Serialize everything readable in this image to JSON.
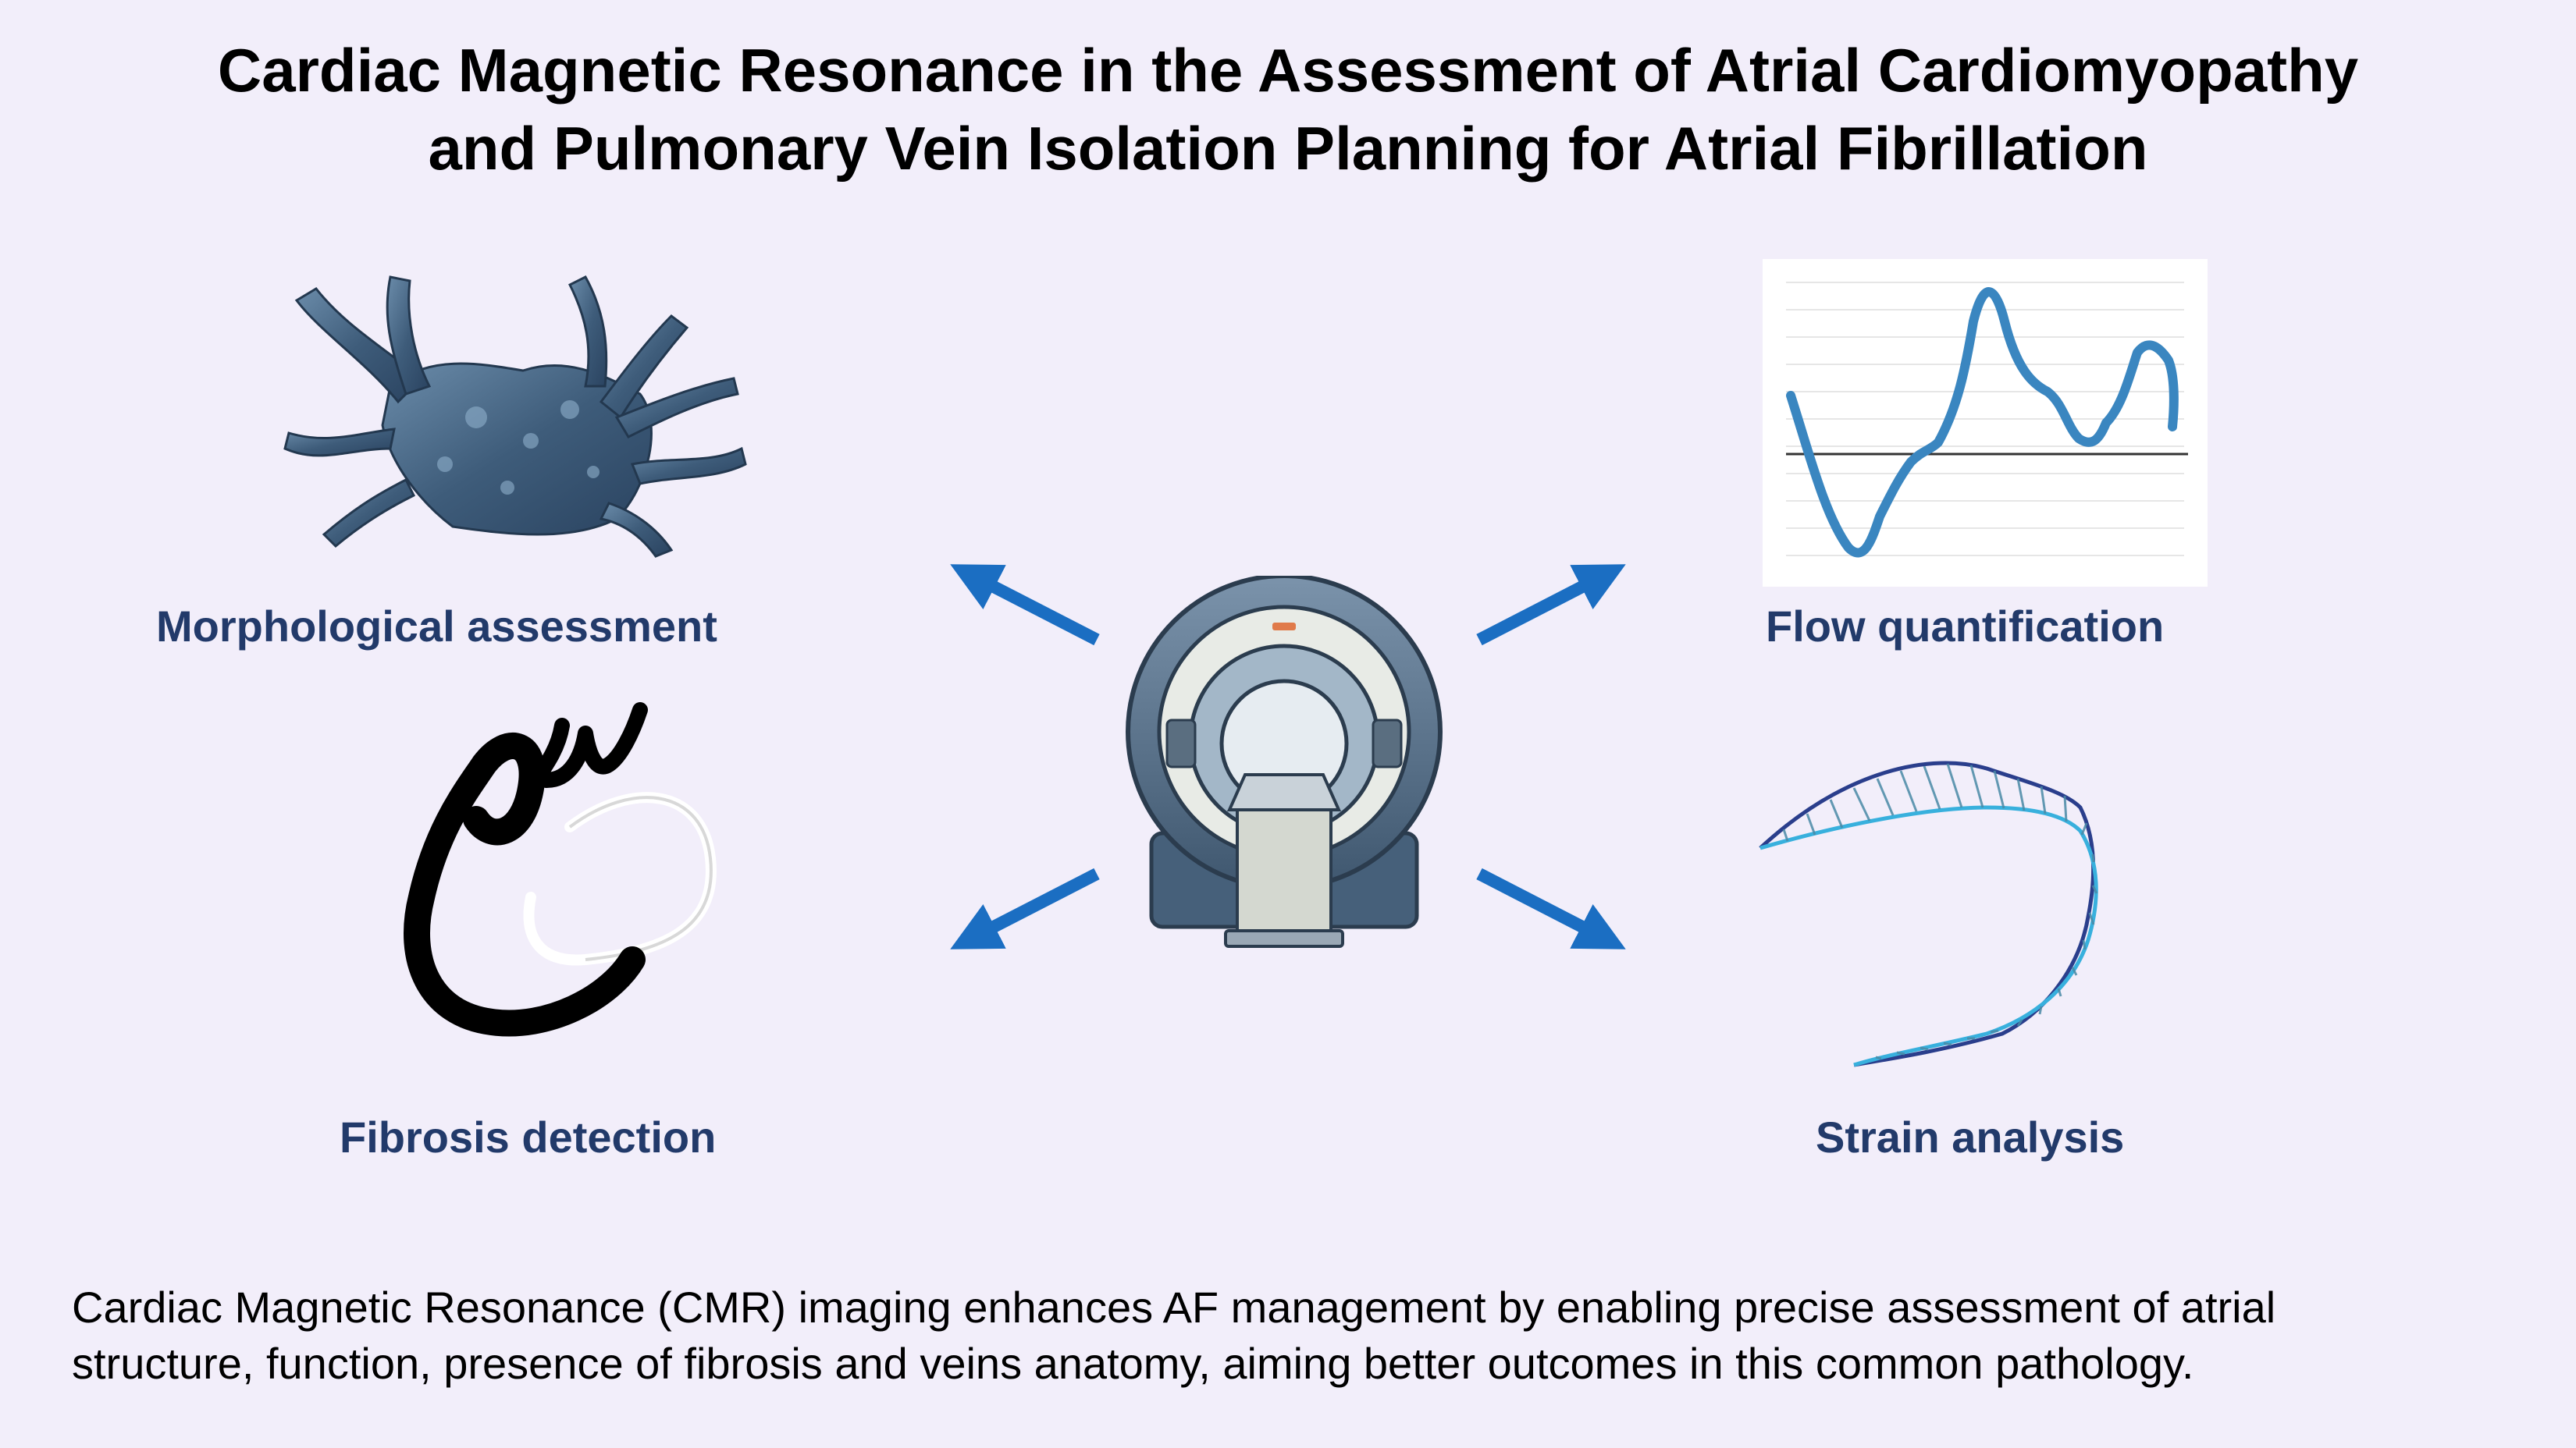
{
  "title": {
    "line1": "Cardiac Magnetic Resonance in the Assessment of Atrial Cardiomyopathy",
    "line2": "and Pulmonary Vein Isolation Planning for Atrial Fibrillation"
  },
  "panels": {
    "morphological": "Morphological assessment",
    "flow": "Flow quantification",
    "fibrosis": "Fibrosis detection",
    "strain": "Strain analysis"
  },
  "caption": {
    "line1": "Cardiac Magnetic Resonance (CMR) imaging enhances AF management by enabling precise assessment of atrial",
    "line2": "structure, function, presence of fibrosis and veins anatomy, aiming better outcomes in this common pathology."
  },
  "colors": {
    "background": "#f2eefa",
    "arrow": "#1b6ec2",
    "label": "#223a6a",
    "atrium": "#4a6b8a",
    "flow_line": "#3a86c0",
    "scanner": "#4f6a86"
  },
  "icons": [
    "left-atrium-3d-model-icon",
    "flow-curve-chart-icon",
    "fibrosis-map-icon",
    "strain-ribbon-icon",
    "mri-scanner-icon",
    "arrow-icon"
  ]
}
